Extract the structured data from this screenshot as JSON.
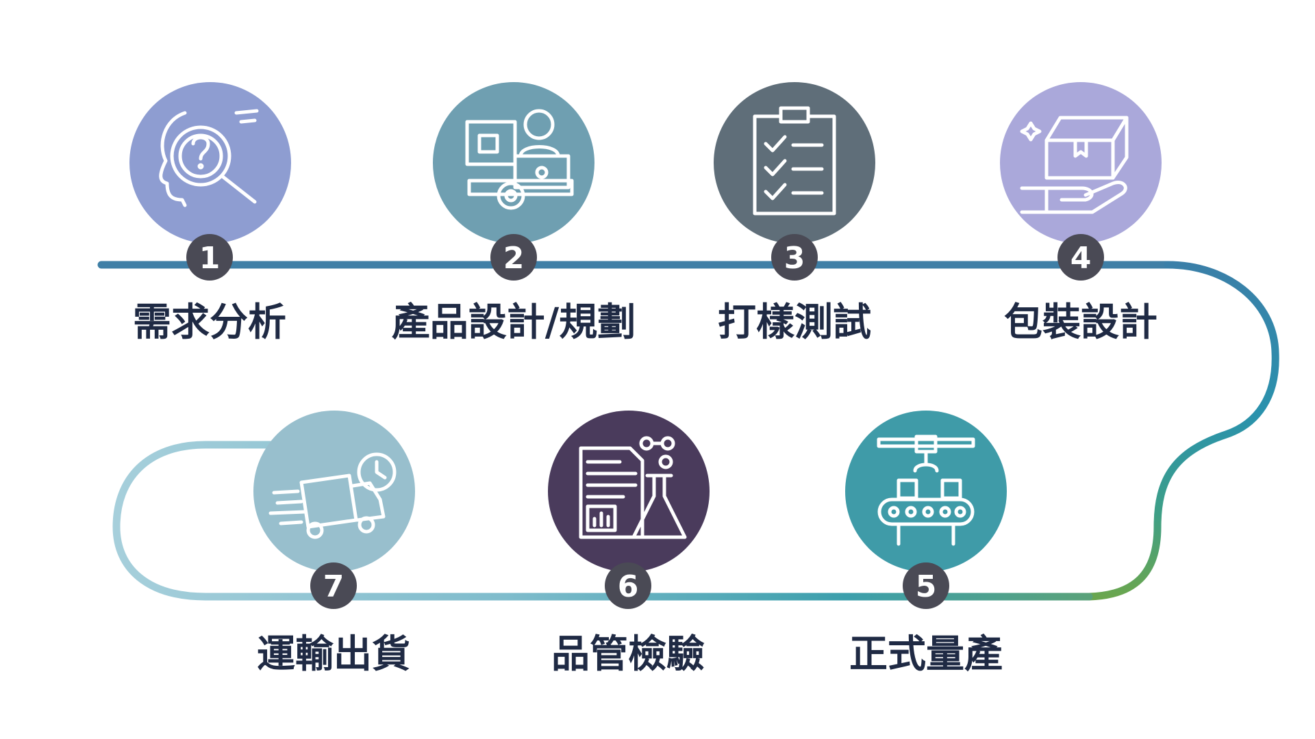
{
  "colors": {
    "background": "#ffffff",
    "label_text": "#1f2a44",
    "badge": "#4a4a55",
    "path_top": "#3f7fa6",
    "path_right_start": "#2f8fb0",
    "path_right_end": "#6aa64f",
    "path_bottom": "#9ccbd8"
  },
  "steps": [
    {
      "num": "1",
      "label": "需求分析",
      "icon": "head-lightbulb-magnifier-icon",
      "color": "#8e9dd1"
    },
    {
      "num": "2",
      "label": "產品設計/規劃",
      "icon": "designer-blueprint-gear-icon",
      "color": "#6f9fb1"
    },
    {
      "num": "3",
      "label": "打樣測試",
      "icon": "clipboard-checklist-icon",
      "color": "#5f6e79"
    },
    {
      "num": "4",
      "label": "包裝設計",
      "icon": "hand-holding-box-icon",
      "color": "#aaa8da"
    },
    {
      "num": "5",
      "label": "正式量產",
      "icon": "conveyor-robot-arm-icon",
      "color": "#3f9ba8"
    },
    {
      "num": "6",
      "label": "品管檢驗",
      "icon": "report-flask-icon",
      "color": "#4a3b5c"
    },
    {
      "num": "7",
      "label": "運輸出貨",
      "icon": "delivery-truck-clock-icon",
      "color": "#98bfcd"
    }
  ]
}
